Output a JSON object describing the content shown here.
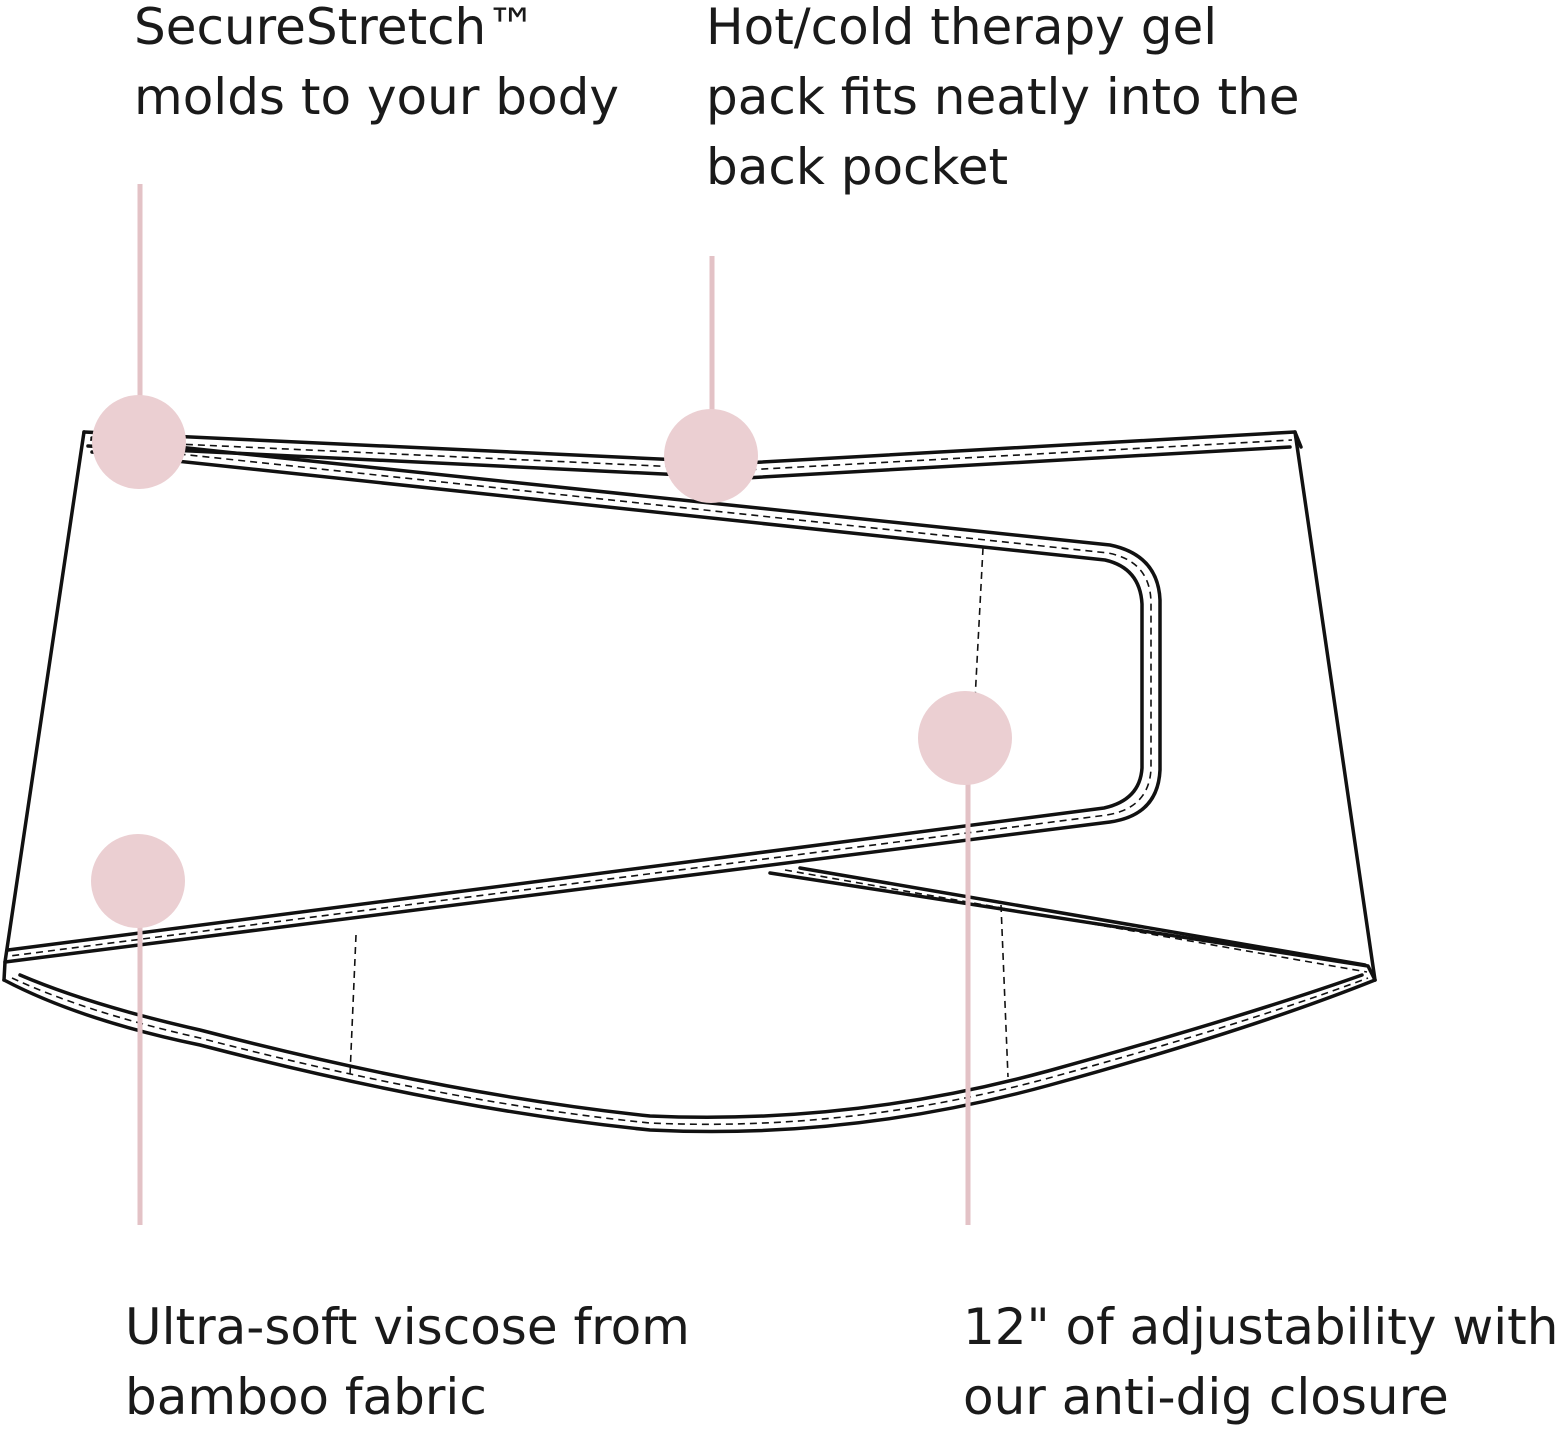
{
  "callouts": {
    "secure_stretch": {
      "line1": "SecureStretch™",
      "line2": "molds to your body"
    },
    "gel_pack": {
      "line1": "Hot/cold therapy gel",
      "line2": "pack fits neatly into the",
      "line3": "back pocket"
    },
    "viscose": {
      "line1": "Ultra-soft viscose from",
      "line2": "bamboo fabric"
    },
    "adjustability": {
      "line1": "12\" of adjustability with",
      "line2": "our anti-dig closure"
    }
  },
  "colors": {
    "marker": "#ebcfd2",
    "leader": "#e3c2c6",
    "outline": "#111111",
    "background": "#ffffff"
  }
}
